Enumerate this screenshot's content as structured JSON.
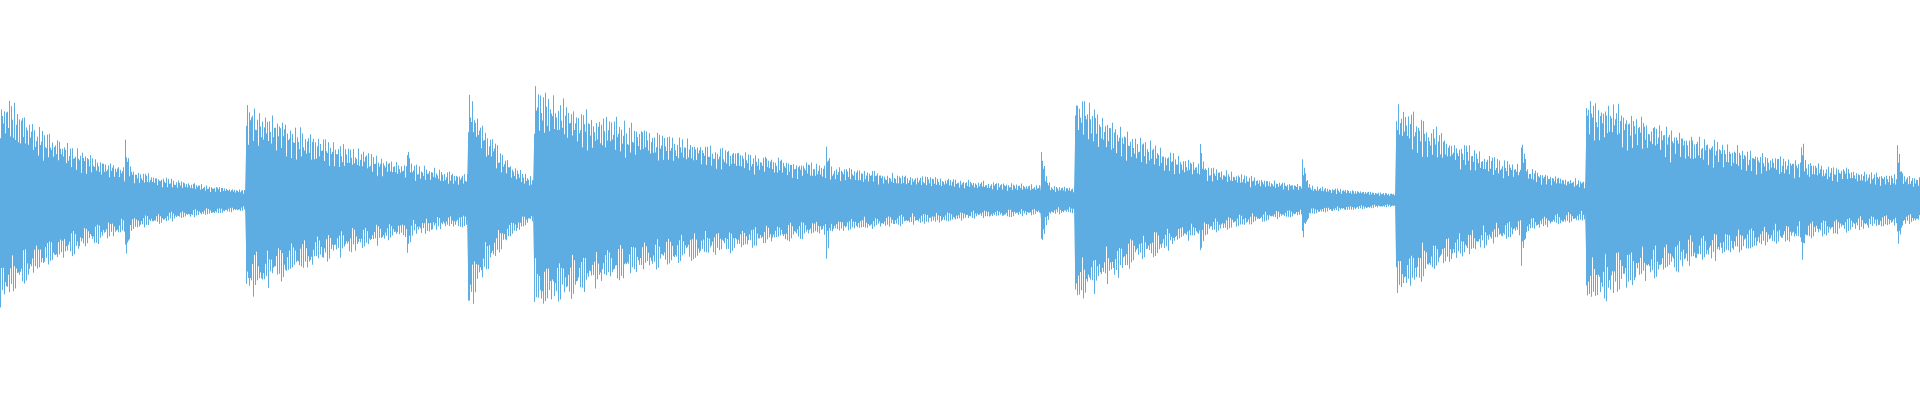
{
  "waveform": {
    "color": "#5dade2",
    "background": "#ffffff",
    "hits": [
      {
        "t": 0.0,
        "amp": 0.78,
        "decay": 0.055,
        "kind": "tone"
      },
      {
        "t": 0.065,
        "amp": 0.48,
        "decay": 0.01,
        "kind": "click"
      },
      {
        "t": 0.128,
        "amp": 0.72,
        "decay": 0.085,
        "kind": "tone"
      },
      {
        "t": 0.212,
        "amp": 0.46,
        "decay": 0.01,
        "kind": "click"
      },
      {
        "t": 0.244,
        "amp": 0.84,
        "decay": 0.02,
        "kind": "tone"
      },
      {
        "t": 0.278,
        "amp": 0.82,
        "decay": 0.13,
        "kind": "tone"
      },
      {
        "t": 0.43,
        "amp": 0.43,
        "decay": 0.01,
        "kind": "click"
      },
      {
        "t": 0.542,
        "amp": 0.4,
        "decay": 0.008,
        "kind": "click"
      },
      {
        "t": 0.56,
        "amp": 0.8,
        "decay": 0.06,
        "kind": "tone"
      },
      {
        "t": 0.625,
        "amp": 0.45,
        "decay": 0.01,
        "kind": "click"
      },
      {
        "t": 0.678,
        "amp": 0.33,
        "decay": 0.008,
        "kind": "click"
      },
      {
        "t": 0.727,
        "amp": 0.73,
        "decay": 0.06,
        "kind": "tone"
      },
      {
        "t": 0.792,
        "amp": 0.5,
        "decay": 0.01,
        "kind": "click"
      },
      {
        "t": 0.826,
        "amp": 0.79,
        "decay": 0.11,
        "kind": "tone"
      },
      {
        "t": 0.938,
        "amp": 0.52,
        "decay": 0.01,
        "kind": "click"
      },
      {
        "t": 0.988,
        "amp": 0.43,
        "decay": 0.008,
        "kind": "click"
      }
    ],
    "echoes": [
      {
        "t": 0.072,
        "amp": 0.06
      },
      {
        "t": 0.098,
        "amp": 0.05
      },
      {
        "t": 0.115,
        "amp": 0.04
      },
      {
        "t": 0.221,
        "amp": 0.06
      },
      {
        "t": 0.437,
        "amp": 0.07
      },
      {
        "t": 0.448,
        "amp": 0.05
      },
      {
        "t": 0.462,
        "amp": 0.04
      },
      {
        "t": 0.496,
        "amp": 0.03
      },
      {
        "t": 0.511,
        "amp": 0.05
      },
      {
        "t": 0.527,
        "amp": 0.05
      },
      {
        "t": 0.632,
        "amp": 0.06
      },
      {
        "t": 0.646,
        "amp": 0.05
      },
      {
        "t": 0.663,
        "amp": 0.04
      },
      {
        "t": 0.685,
        "amp": 0.05
      },
      {
        "t": 0.694,
        "amp": 0.04
      },
      {
        "t": 0.799,
        "amp": 0.06
      },
      {
        "t": 0.945,
        "amp": 0.06
      },
      {
        "t": 0.953,
        "amp": 0.04
      },
      {
        "t": 0.97,
        "amp": 0.05
      },
      {
        "t": 0.994,
        "amp": 0.05
      }
    ]
  }
}
